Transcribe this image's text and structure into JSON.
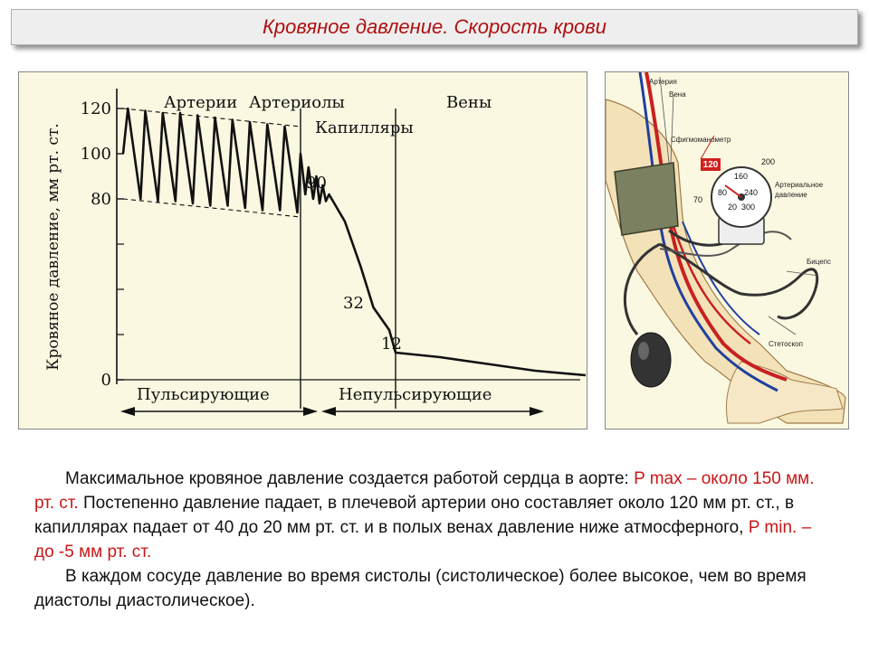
{
  "header": {
    "title": "Кровяное давление. Скорость крови"
  },
  "chart_data": {
    "type": "line",
    "title": "",
    "ylabel": "Кровяное давление, мм рт. ст.",
    "xlabel": "",
    "ylim": [
      0,
      130
    ],
    "y_ticks": [
      0,
      80,
      100,
      120
    ],
    "regions": [
      "Артерии",
      "Артериолы",
      "Капилляры",
      "Вены"
    ],
    "annotations": [
      "90",
      "32",
      "12"
    ],
    "bottom_labels": [
      "Пульсирующие",
      "Непульсирующие"
    ],
    "series": [
      {
        "values": [
          [
            0,
            100
          ],
          [
            0.15,
            120
          ],
          [
            0.55,
            80
          ],
          [
            0.7,
            119
          ],
          [
            1.1,
            79
          ],
          [
            1.25,
            118
          ],
          [
            1.65,
            79
          ],
          [
            1.8,
            118
          ],
          [
            2.2,
            78
          ],
          [
            2.35,
            117
          ],
          [
            2.75,
            77
          ],
          [
            2.9,
            116
          ],
          [
            3.3,
            77
          ],
          [
            3.45,
            115
          ],
          [
            3.85,
            76
          ],
          [
            4.0,
            114
          ],
          [
            4.4,
            75
          ],
          [
            4.55,
            113
          ],
          [
            4.95,
            75
          ],
          [
            5.1,
            112
          ],
          [
            5.5,
            74
          ],
          [
            5.6,
            100
          ],
          [
            5.75,
            82
          ],
          [
            5.85,
            94
          ],
          [
            6.0,
            80
          ],
          [
            6.1,
            90
          ],
          [
            6.2,
            78
          ],
          [
            6.3,
            86
          ],
          [
            6.4,
            79
          ],
          [
            6.5,
            82
          ],
          [
            7.0,
            70
          ],
          [
            7.5,
            50
          ],
          [
            7.9,
            32
          ],
          [
            8.4,
            22
          ],
          [
            8.6,
            12
          ],
          [
            10.0,
            10
          ],
          [
            11.5,
            7
          ],
          [
            13.0,
            4
          ],
          [
            14.6,
            2
          ]
        ]
      }
    ],
    "envelope": {
      "max": [
        [
          0,
          120
        ],
        [
          5.6,
          112
        ]
      ],
      "min": [
        [
          0,
          80
        ],
        [
          5.6,
          72
        ]
      ]
    },
    "x_dividers": [
      5.6,
      8.6
    ]
  },
  "illustration": {
    "labels": {
      "artery": "Артерия",
      "vein": "Вена",
      "sphygmo": "Сфигмоманометр",
      "pressure1": "Артериальное",
      "pressure2": "давление",
      "elbow": "Бицепс",
      "stethoscope": "Стетоскоп"
    },
    "gauge": {
      "badge": "120",
      "scale": [
        "200",
        "160",
        "80",
        "240",
        "70",
        "20",
        "300"
      ]
    }
  },
  "description": {
    "p1_a": "Максимальное кровяное давление создается работой сердца в аорте: ",
    "p1_red": "P max – около 150 мм. рт. ст.",
    "p1_b": " Постепенно давление падает, в плечевой артерии оно составляет около 120 мм рт. ст., в капиллярах падает от 40 до 20 мм рт. ст. и в полых венах давление ниже атмосферного, ",
    "p1_red2": "P min. – до -5 мм рт. ст.",
    "p2": "В каждом сосуде давление во время систолы (систолическое) более высокое, чем во время диастолы диастолическое)."
  },
  "colors": {
    "title": "#b01010",
    "panel_bg": "#fbf8e1",
    "artery": "#c82020",
    "vein": "#2040a0",
    "highlight": "#c81818"
  }
}
